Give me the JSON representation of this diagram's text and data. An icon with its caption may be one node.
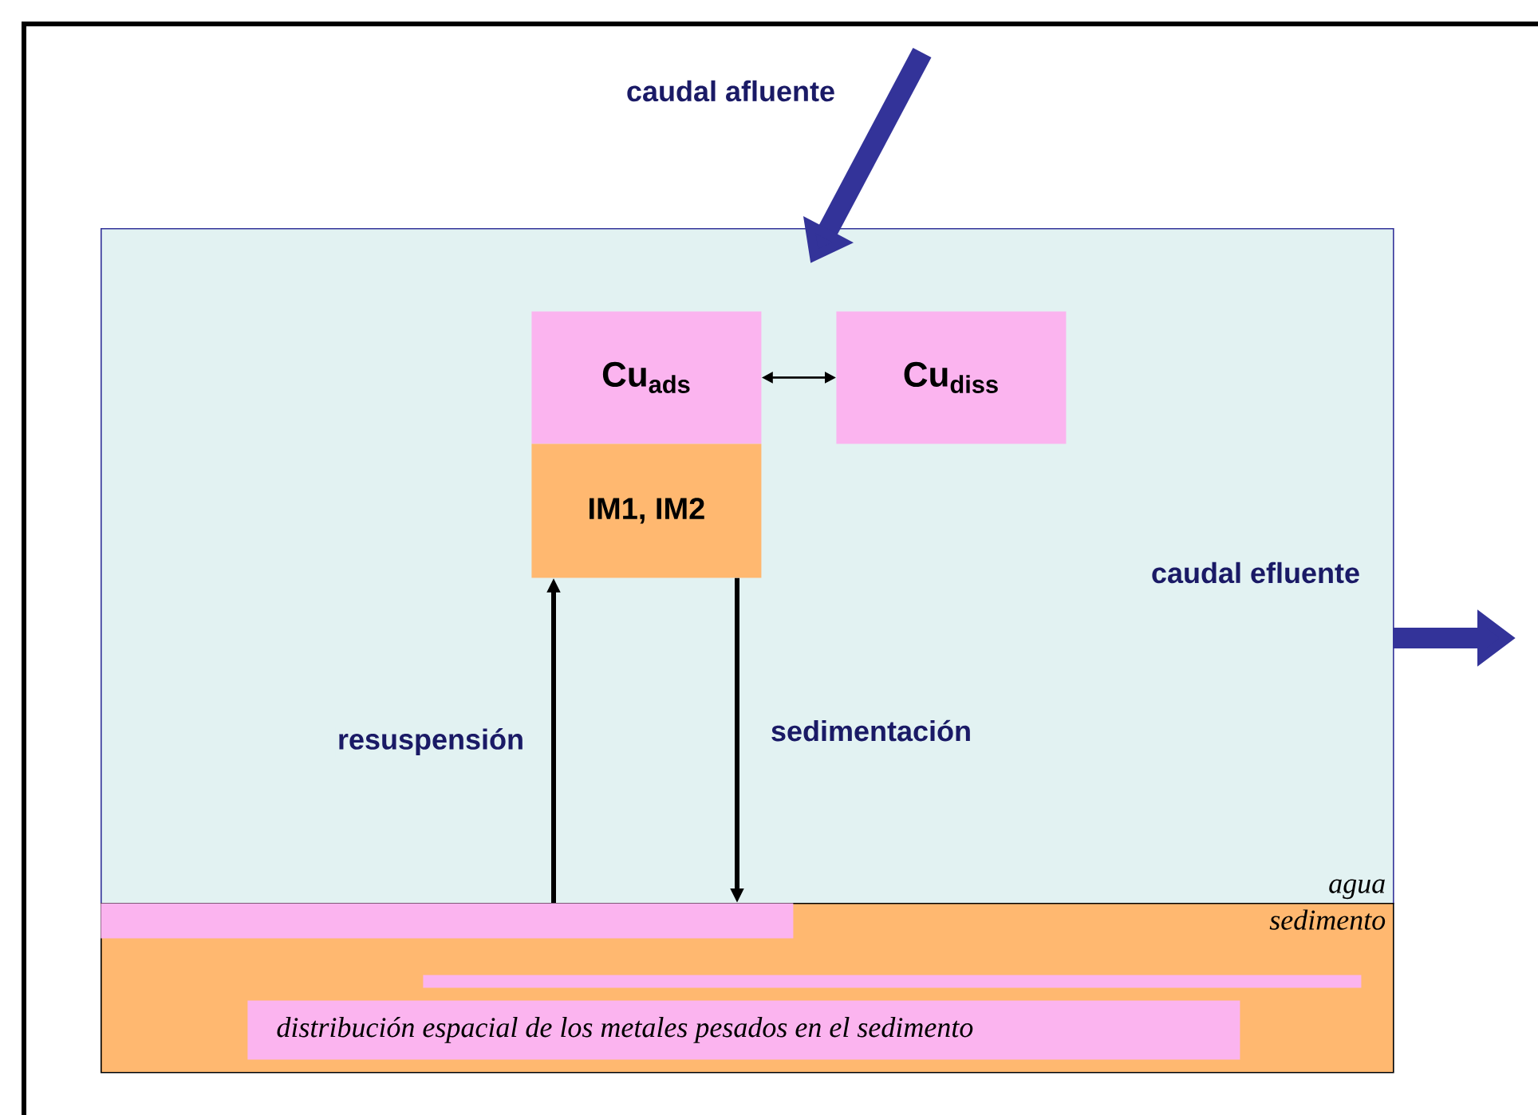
{
  "diagram": {
    "nodes": [
      {
        "text": [
          "agua"
        ]
      },
      {
        "text": [
          "sedimento"
        ]
      },
      {
        "text": [
          "Cu$_{ads}$"
        ],
        "in": 0
      },
      {
        "text": [
          "Cu$_{diss}$"
        ],
        "in": 0
      },
      {
        "text": [
          "IM1, IM2"
        ],
        "in": 0
      },
      {
        "text": [],
        "shape": "bar",
        "in": 1
      },
      {
        "text": [],
        "shape": "bar",
        "in": 1
      },
      {
        "text": [
          "distribución espacial de los metales pesados en el sedimento"
        ],
        "in": 1
      }
    ],
    "edges": [
      {
        "from": null,
        "to": 0,
        "arrow": "to",
        "label": "caudal afluente",
        "style": "thick",
        "color": "#333399"
      },
      {
        "from": 0,
        "to": null,
        "arrow": "to",
        "label": "caudal efluente",
        "style": "thick",
        "color": "#333399"
      },
      {
        "from": 2,
        "to": 3,
        "arrow": "both"
      },
      {
        "from": 5,
        "to": 4,
        "arrow": "to",
        "label": "resuspensión"
      },
      {
        "from": 4,
        "to": 5,
        "arrow": "to",
        "label": "sedimentación"
      }
    ]
  }
}
